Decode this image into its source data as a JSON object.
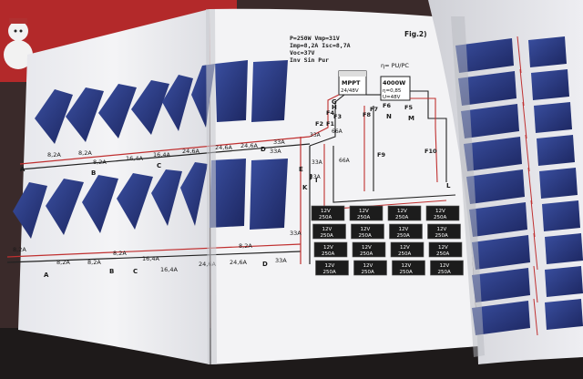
{
  "spec": {
    "line1": "P=250W Vmp=31V",
    "line2": "Imp=8,2A Isc=8,7A",
    "line3": "Voc=37V",
    "line4": "Inv Sin Pur"
  },
  "figure_label": "Fig.2)",
  "mppt": {
    "name": "MPPT",
    "voltage": "24/48V"
  },
  "inverter": {
    "efficiency": "η= PU/PC",
    "power": "4000W",
    "eta_value": "η=0,85",
    "output": "U=48V"
  },
  "battery": {
    "voltage": "12V",
    "capacity": "250A"
  },
  "fuse_labels": {
    "f1": "F1",
    "f2": "F2",
    "f3": "F3",
    "f4": "F4",
    "f5": "F5",
    "f6": "F6",
    "f7": "F7",
    "f8": "F8",
    "f9": "F9",
    "f10": "F10"
  },
  "node_labels": {
    "g": "G",
    "h": "H",
    "i": "I",
    "j": "J",
    "k": "K",
    "l": "L",
    "m": "M",
    "n": "N",
    "a": "A",
    "b": "B",
    "c": "C",
    "d": "D",
    "e": "E"
  },
  "currents": {
    "i_8_2": "8,2A",
    "i_16_4": "16,4A",
    "i_24_6": "24,6A",
    "i_33": "33A",
    "i_66": "66A"
  }
}
